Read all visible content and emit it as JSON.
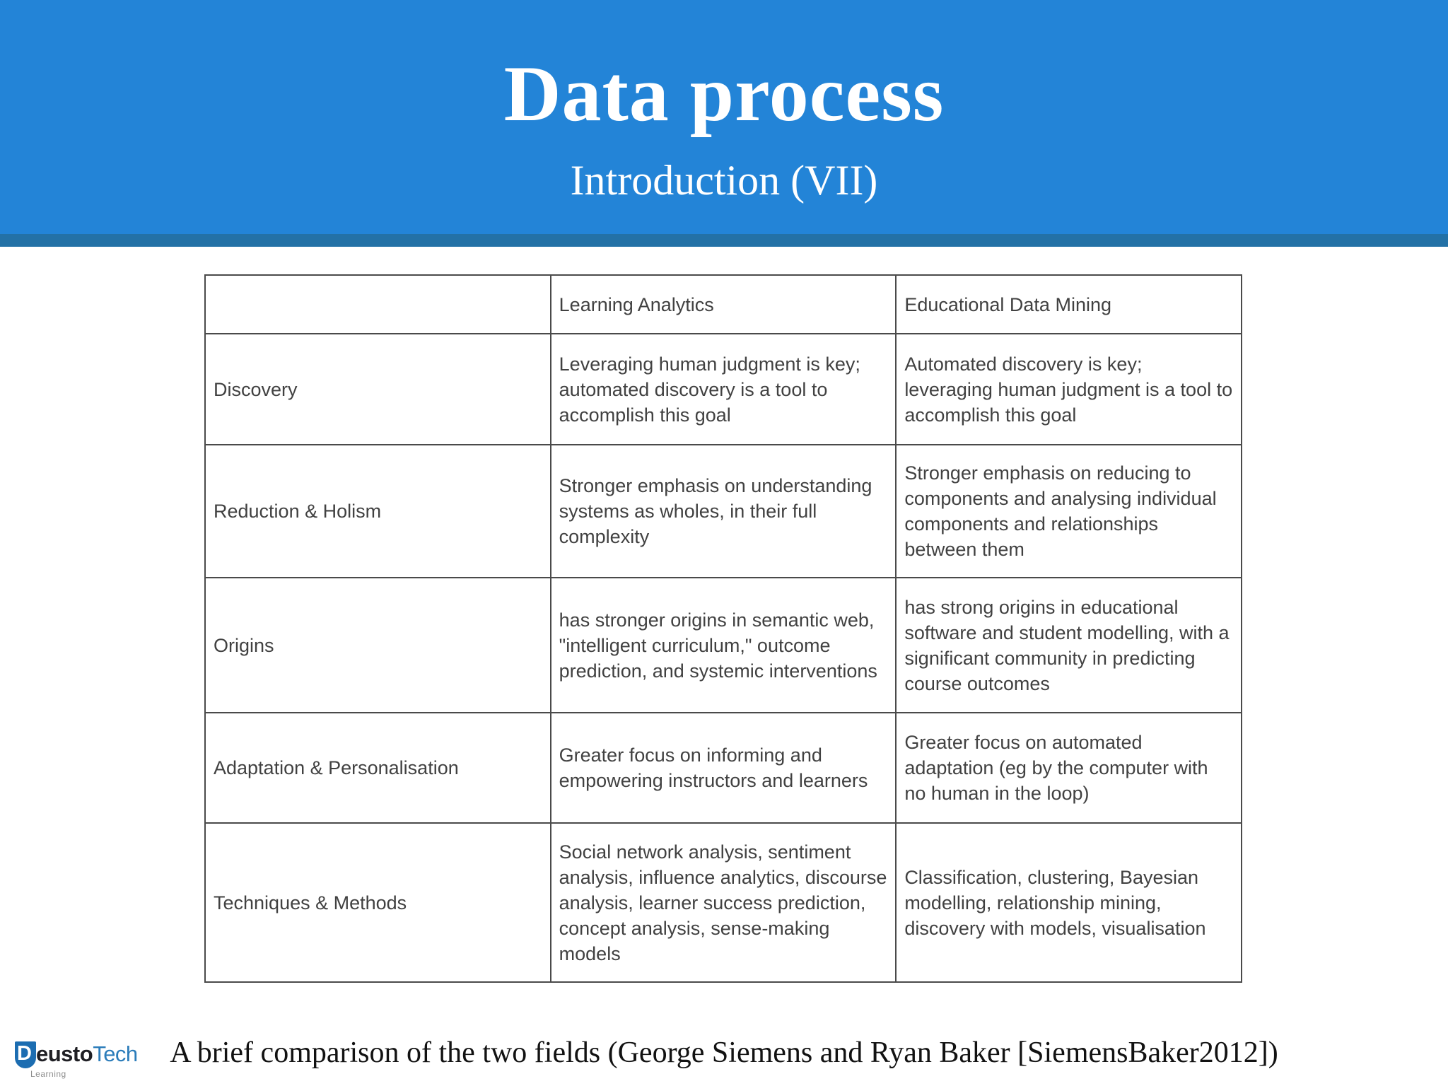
{
  "header": {
    "title": "Data process",
    "subtitle": "Introduction (VII)"
  },
  "table": {
    "columns": [
      "",
      "Learning Analytics",
      "Educational Data Mining"
    ],
    "rows": [
      [
        "Discovery",
        "Leveraging human judgment is key; automated discovery is a tool to accomplish this goal",
        "Automated discovery is key; leveraging human judgment is a tool to accomplish this goal"
      ],
      [
        "Reduction & Holism",
        "Stronger emphasis on understanding systems as wholes, in their full complexity",
        "Stronger emphasis on reducing to components and analysing individual components and relationships between them"
      ],
      [
        "Origins",
        "has stronger origins in semantic web, \"intelligent curriculum,\" outcome prediction, and systemic interventions",
        "has strong origins in educational software and student modelling, with a significant community in predicting course outcomes"
      ],
      [
        "Adaptation & Personalisation",
        "Greater focus on informing and empowering instructors and learners",
        "Greater focus on automated adaptation (eg by the computer with no human in the loop)"
      ],
      [
        "Techniques & Methods",
        "Social network analysis, sentiment analysis, influence analytics, discourse analysis, learner success prediction, concept analysis, sense-making models",
        "Classification, clustering, Bayesian modelling, relationship mining, discovery with models, visualisation"
      ]
    ]
  },
  "footer": {
    "caption": "A brief comparison of the two fields (George Siemens and Ryan Baker [SiemensBaker2012])"
  },
  "logo": {
    "shield_letter": "D",
    "brand_bold": "eusto",
    "brand_light": "Tech",
    "subtext": "Learning"
  },
  "colors": {
    "banner_blue": "#2384d7",
    "banner_strip_blue": "#2371a6",
    "logo_shield_blue": "#1c6db1",
    "logo_tech_blue": "#2b7cba",
    "table_border_gray": "#4a4a4a",
    "table_text_gray": "#414141",
    "caption_black": "#121212"
  }
}
